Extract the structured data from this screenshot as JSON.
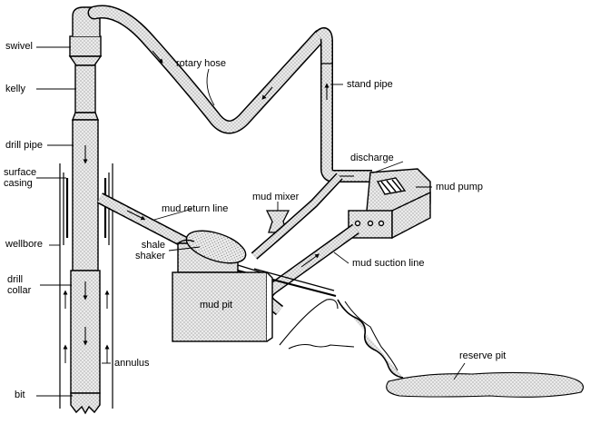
{
  "labels": {
    "swivel": "swivel",
    "kelly": "kelly",
    "drill_pipe": "drill pipe",
    "surface_casing_1": "surface",
    "surface_casing_2": "casing",
    "wellbore": "wellbore",
    "drill_collar_1": "drill",
    "drill_collar_2": "collar",
    "bit": "bit",
    "annulus": "annulus",
    "rotary_hose": "rotary hose",
    "stand_pipe": "stand pipe",
    "discharge": "discharge",
    "mud_pump": "mud pump",
    "mud_mixer": "mud mixer",
    "mud_return_line": "mud return line",
    "shale_shaker_1": "shale",
    "shale_shaker_2": "shaker",
    "mud_pit": "mud pit",
    "mud_suction_line": "mud suction line",
    "reserve_pit": "reserve pit"
  },
  "colors": {
    "ink": "#000000",
    "fill_mud": "#e6e6e6",
    "paper": "#ffffff"
  }
}
